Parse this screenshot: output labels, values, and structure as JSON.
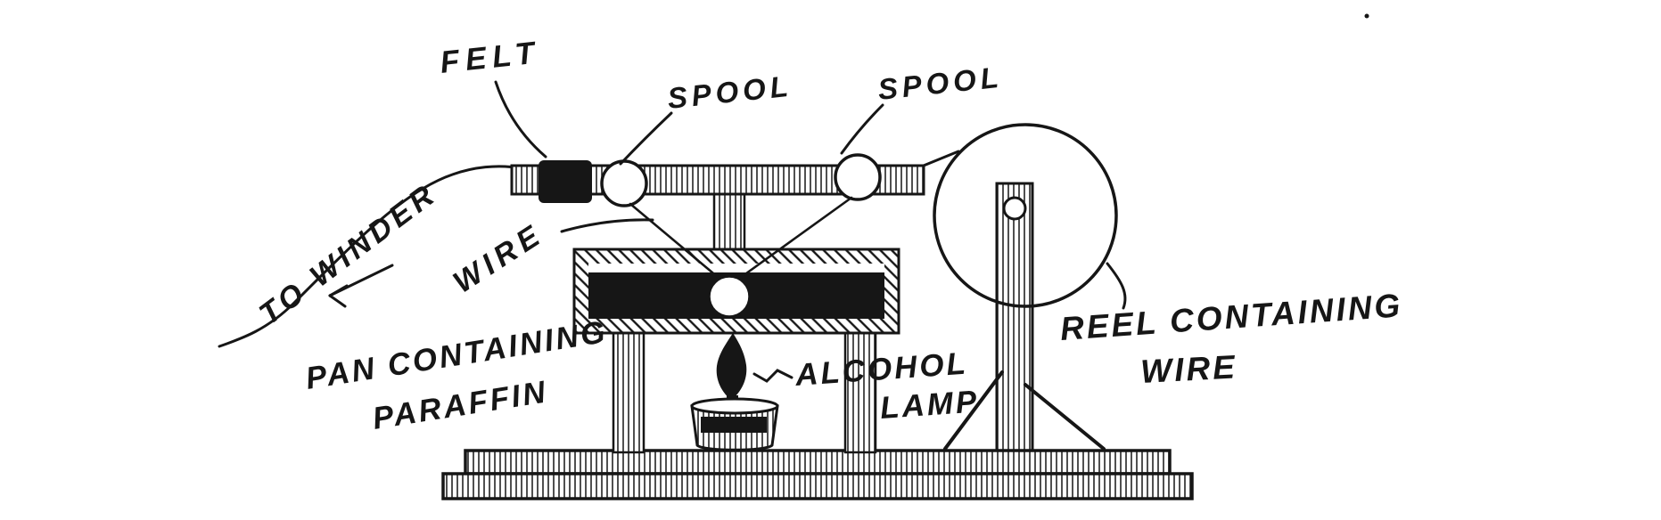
{
  "figure": {
    "title": "Paraffin wire-coating apparatus",
    "ink_color": "#161616",
    "background_color": "#ffffff"
  },
  "labels": {
    "felt": "FELT",
    "spool_left": "SPOOL",
    "spool_right": "SPOOL",
    "to_winder": "TO WINDER",
    "wire": "WIRE",
    "pan_line1": "PAN CONTAINING",
    "pan_line2": "PARAFFIN",
    "lamp_line1": "ALCOHOL",
    "lamp_line2": "LAMP",
    "reel_line1": "REEL CONTAINING",
    "reel_line2": "WIRE"
  },
  "parts": [
    "felt-block",
    "spool-left",
    "spool-right",
    "top-beam",
    "center-post",
    "paraffin-pan",
    "paraffin",
    "pan-pulley",
    "left-leg",
    "right-leg",
    "alcohol-lamp",
    "base",
    "reel",
    "reel-post",
    "reel-axle",
    "reel-braces",
    "wire-run",
    "winder-wire"
  ]
}
